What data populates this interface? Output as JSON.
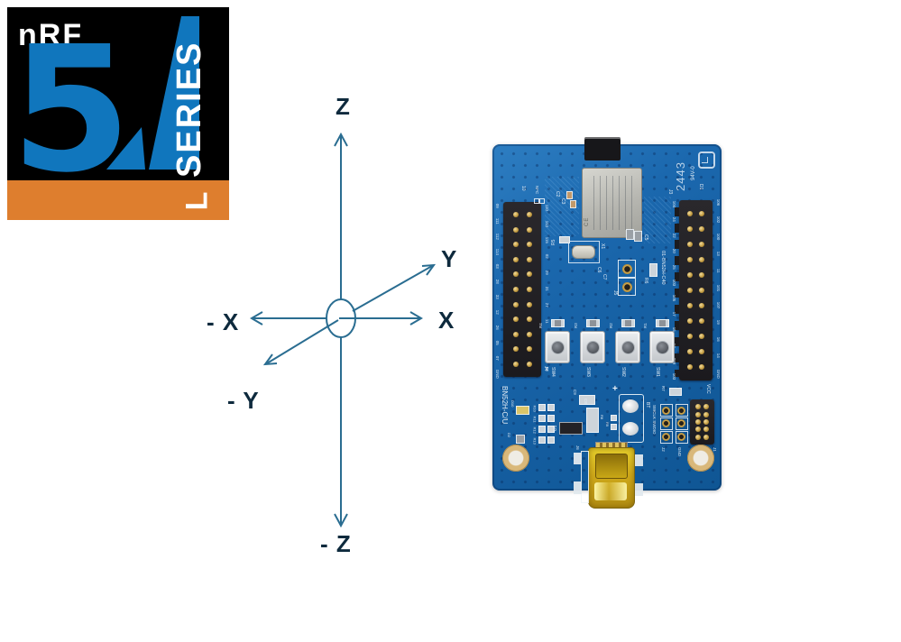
{
  "logo": {
    "brand": "nRF",
    "number": "54",
    "number_five": "5",
    "series": "SERIES",
    "tier": "L",
    "colors": {
      "blue": "#1076BD",
      "orange": "#DE7E2E",
      "black": "#000000",
      "white": "#FFFFFF"
    }
  },
  "axes": {
    "line_color": "#2A6D91",
    "label_color": "#0E2A3D",
    "labels": {
      "z_pos": "Z",
      "z_neg": "- Z",
      "x_pos": "X",
      "x_neg": "- X",
      "y_pos": "Y",
      "y_neg": "- Y"
    }
  },
  "board": {
    "model": "BN52H-C/U",
    "variant": "01-BN52H-C40",
    "date_code": "2443",
    "flammability_rating": "94V-0",
    "module": {
      "ce_mark": "CE"
    },
    "colors": {
      "pcb_blue": "#1B68AE",
      "silkscreen": "#E3ECF4",
      "header_black": "#1B1A1E",
      "pin_gold": "#C49D42",
      "usb_gold": "#CFA91A",
      "module_silver": "#B6B6B0"
    },
    "headers": {
      "left": {
        "ref": "J4",
        "rows": 11,
        "top_label": "10",
        "nfc_label": "NFC",
        "outer_labels": [
          "09",
          "111",
          "112",
          "114",
          "03",
          "28",
          "33",
          "12",
          "26",
          "05",
          "07",
          "GND"
        ],
        "inner_labels": [
          "110",
          "113",
          "115",
          "02",
          "29",
          "31",
          "27",
          "11",
          "04",
          "06",
          "08"
        ]
      },
      "right": {
        "ref": "J3",
        "rows": 11,
        "inner_labels": [
          "104",
          "24",
          "22",
          "20",
          "25",
          "103",
          "105",
          "17",
          "15",
          "13",
          "029",
          "103"
        ],
        "outer_labels": [
          "106",
          "102",
          "100",
          "13",
          "11",
          "101",
          "107",
          "19",
          "16",
          "14",
          "GND"
        ]
      },
      "swd": {
        "ref": "J2",
        "rows": 3,
        "label": "SWCLK SWDIO",
        "vcc": "VCC",
        "gnd": "GND"
      },
      "debug": {
        "ref": "J1",
        "rows": 5
      }
    },
    "buttons": [
      {
        "label": "SW4",
        "resistor": "R4"
      },
      {
        "label": "SW3",
        "resistor": "R3"
      },
      {
        "label": "SW2",
        "resistor": "R2"
      },
      {
        "label": "SW1",
        "resistor": "R1"
      }
    ],
    "bottom_resistors": [
      "R10",
      "R11",
      "R12",
      "R13"
    ],
    "refs": {
      "x1": "X1",
      "c2": "C2",
      "c3": "C3",
      "c5": "C5",
      "c6": "C6",
      "c7": "C7",
      "j5": "J5",
      "r5": "R5",
      "r6": "R6",
      "r7": "R7",
      "c8": "C8",
      "c9": "C9",
      "r8": "R8",
      "r9": "R9",
      "u1": "U1",
      "d2": "D2",
      "d10": "D10",
      "j6": "J6",
      "bt": "BT",
      "bt_plus": "+",
      "d1": "D1"
    }
  }
}
